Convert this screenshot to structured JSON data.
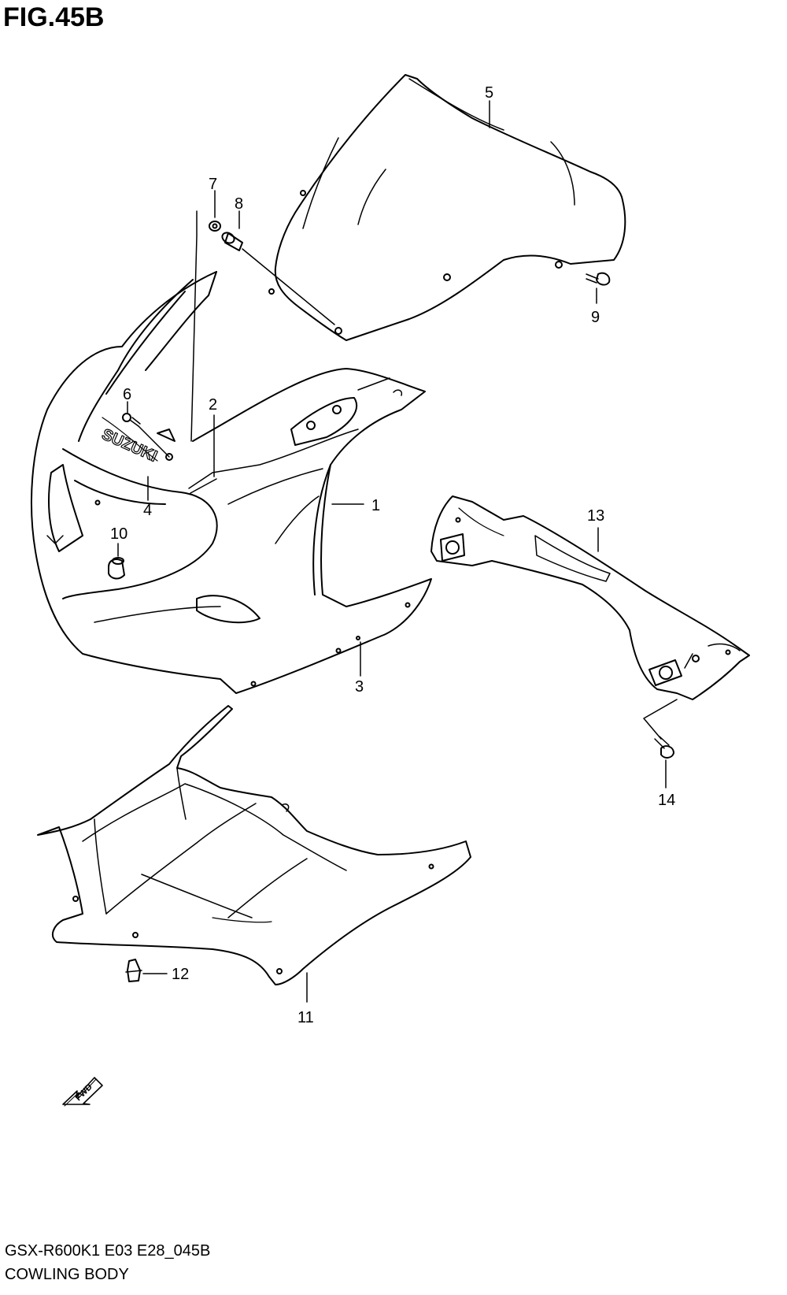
{
  "figure": {
    "title": "FIG.45B",
    "model_code": "GSX-R600K1 E03 E28_045B",
    "section_name": "COWLING BODY"
  },
  "callouts": [
    "1",
    "2",
    "3",
    "4",
    "5",
    "6",
    "7",
    "8",
    "9",
    "10",
    "11",
    "12",
    "13",
    "14"
  ],
  "emblem_text": "SUZUKI",
  "fwd_label": "FWD",
  "colors": {
    "line": "#000000",
    "background": "#ffffff"
  }
}
